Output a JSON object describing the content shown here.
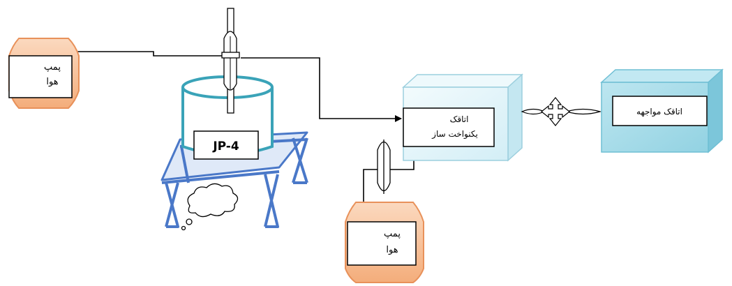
{
  "labels": {
    "pump_top_line1": "پمپ",
    "pump_top_line2": "هوا",
    "pump_bottom_line1": "پمپ",
    "pump_bottom_line2": "هوا",
    "tank_label": "JP-4",
    "homogenizer_line1": "اتاقک",
    "homogenizer_line2": "یکنواخت ساز",
    "exposure_chamber": "اتاقک مواجهه"
  },
  "colors": {
    "pump_fill": "#f8c49e",
    "pump_stroke": "#e8915a",
    "tank_stroke": "#3aa3b8",
    "stand_blue": "#4a78c8",
    "box_face": "#e6f6fb",
    "box_side": "#c4e7f1",
    "exposure_face": "#a6dbe9",
    "exposure_side": "#7cc6da",
    "line": "#000000"
  }
}
